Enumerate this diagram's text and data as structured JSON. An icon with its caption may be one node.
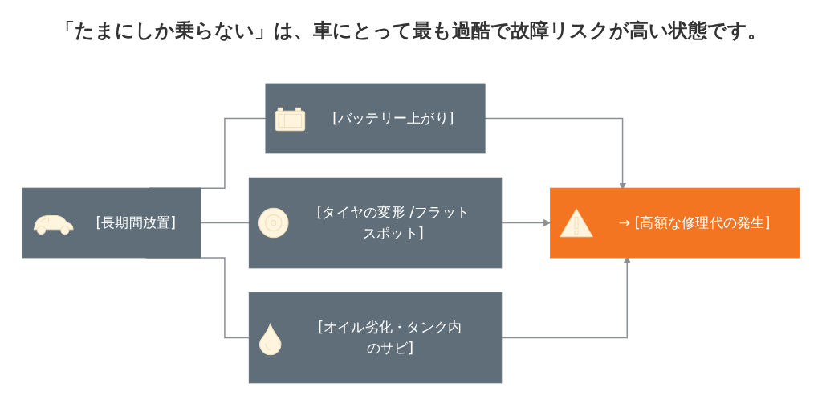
{
  "diagram": {
    "title": "「たまにしか乗らない」は、車にとって最も過酷で故障リスクが高い状態です。",
    "nodes": [
      {
        "text": [
          "[長期間放置]"
        ]
      },
      {
        "text": [
          "[バッテリー上がり]"
        ]
      },
      {
        "text": [
          "[タイヤの変形 /フラットスポット]"
        ]
      },
      {
        "text": [
          "[オイル劣化・タンク内のサビ]"
        ]
      },
      {
        "text": [
          "→ [高額な修理代の発生]"
        ]
      }
    ],
    "edges": [
      {
        "from": 0,
        "to": 1,
        "arrow": "none"
      },
      {
        "from": 0,
        "to": 2,
        "arrow": "none"
      },
      {
        "from": 0,
        "to": 3,
        "arrow": "none"
      },
      {
        "from": 1,
        "to": 4,
        "arrow": "to"
      },
      {
        "from": 2,
        "to": 4,
        "arrow": "to"
      },
      {
        "from": 3,
        "to": 4,
        "arrow": "to"
      }
    ]
  }
}
